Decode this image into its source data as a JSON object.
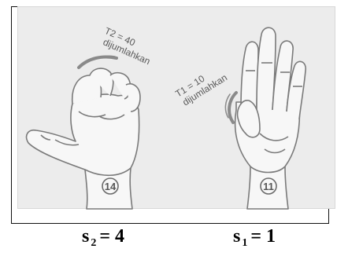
{
  "left_hand": {
    "annotation_line1": "T2 = 40",
    "annotation_line2": "dijumlahkan",
    "badge": "14"
  },
  "right_hand": {
    "annotation_line1": "T1 = 10",
    "annotation_line2": "dijumlahkan",
    "badge": "11"
  },
  "captions": {
    "left": {
      "var": "s",
      "sub": "2",
      "rest": "= 4"
    },
    "right": {
      "var": "s",
      "sub": "1",
      "rest": "= 1"
    }
  },
  "colors": {
    "panel_bg": "#ececec",
    "skin": "#f7f7f7",
    "outline": "#7a7a7a",
    "shadow": "#8a8a8a"
  }
}
